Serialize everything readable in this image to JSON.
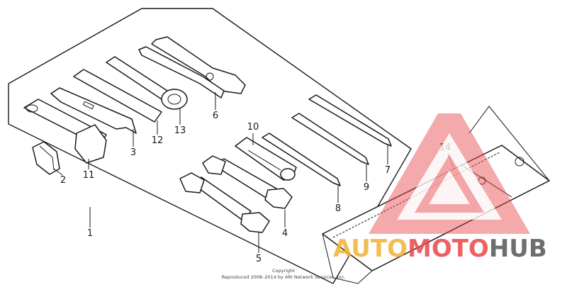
{
  "diagram": {
    "callouts": [
      "1",
      "2",
      "3",
      "4",
      "5",
      "6",
      "7",
      "8",
      "9",
      "10",
      "11",
      "12",
      "13",
      "14"
    ],
    "copyright_lines": [
      "Copyright",
      "Reproduced 2008–2014 by ARI Network Services, Inc."
    ]
  },
  "watermark": {
    "part1": "AUTO",
    "part2": "MOTO",
    "part3": "HUB",
    "colors": {
      "triangle": "#e8474b",
      "auto": "#f2b233",
      "moto": "#e8474b",
      "hub": "#555555"
    }
  }
}
